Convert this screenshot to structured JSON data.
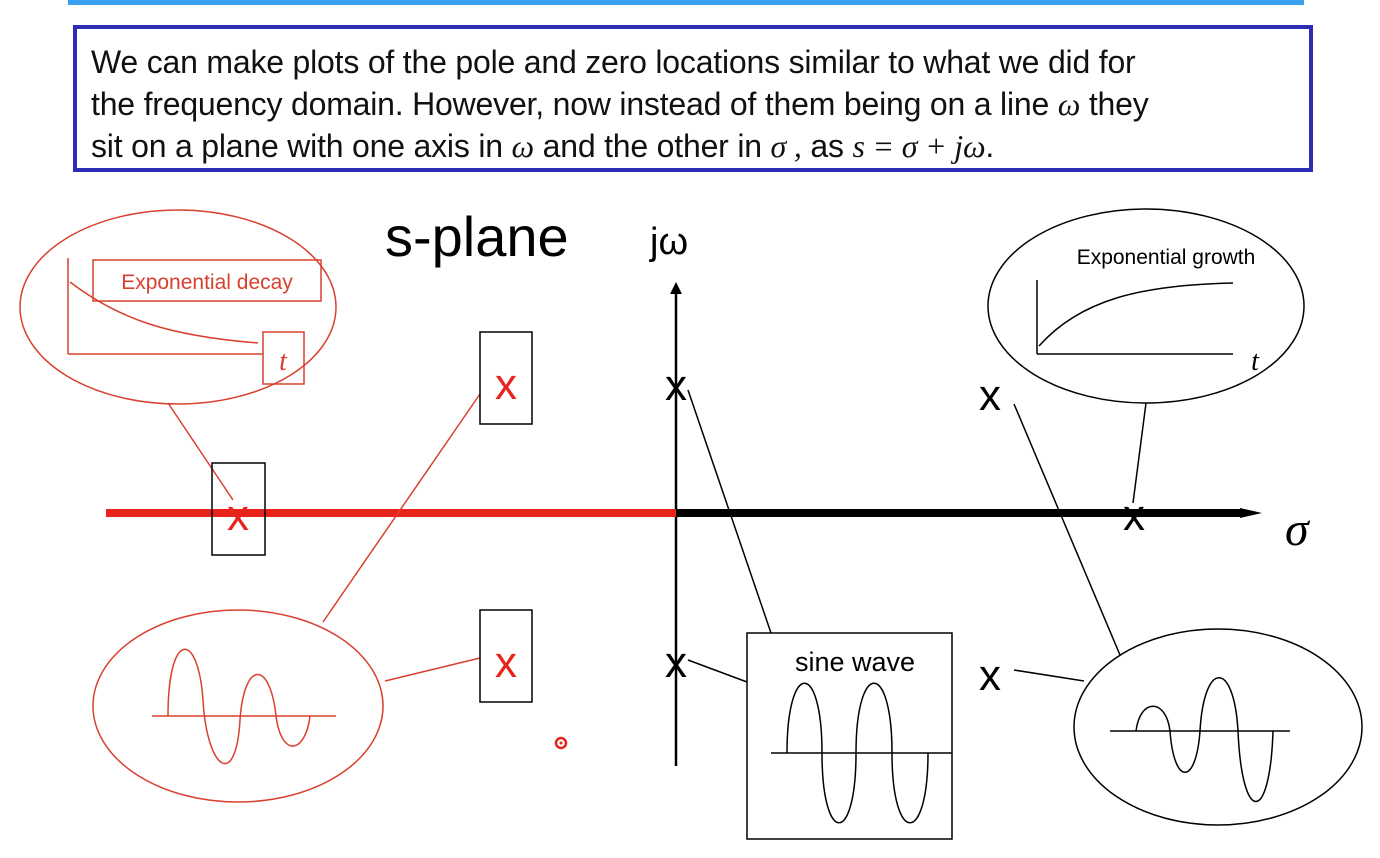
{
  "intro": {
    "line1": "We can make plots of the pole and zero locations similar to what we did for",
    "line2a": "the frequency domain. However, now instead of them being on a line ",
    "line2_omega": "ω",
    "line2b": " they",
    "line3a": "sit on a plane with one axis in ",
    "line3_omega": "ω",
    "line3b": "  and the other in ",
    "line3_sigma": "σ ,",
    "line3c": " as ",
    "line3_eq": "s = σ + jω",
    "line3d": "."
  },
  "diagram": {
    "title": "s-plane",
    "vertical_axis_label": "jω",
    "horizontal_axis_label": "σ",
    "pole_symbol": "x",
    "callouts": {
      "decay_label": "Exponential decay",
      "decay_time_label": "t",
      "growth_label": "Exponential growth",
      "growth_time_label": "t",
      "sine_label": "sine wave"
    },
    "colors": {
      "left_half_plane": "#e8231b",
      "callout_red": "#d9402f",
      "right_half_plane": "#000000",
      "cursor_dot": "#e8231b"
    }
  }
}
